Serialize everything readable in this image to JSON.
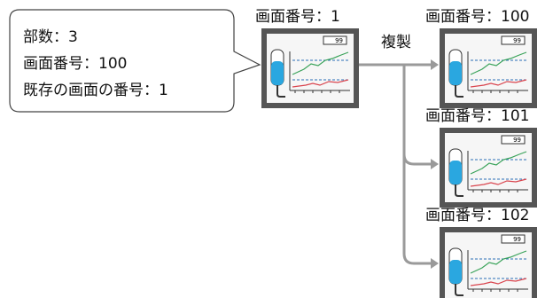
{
  "callout": {
    "lines": [
      "部数：3",
      "画面番号：100",
      "既存の画面の番号：1"
    ]
  },
  "source_screen": {
    "label": "画面番号：1",
    "value": "99"
  },
  "copy_action": {
    "label": "複製"
  },
  "copied_screens": [
    {
      "label": "画面番号：100",
      "value": "99"
    },
    {
      "label": "画面番号：101",
      "value": "99"
    },
    {
      "label": "画面番号：102",
      "value": "99"
    }
  ],
  "colors": {
    "frame": "#555555",
    "arrow": "#9a9a9a",
    "tank_fill": "#2aa7e0",
    "green_line": "#3aa35a",
    "red_line": "#d9454e",
    "blue_line": "#2b6fb5"
  }
}
